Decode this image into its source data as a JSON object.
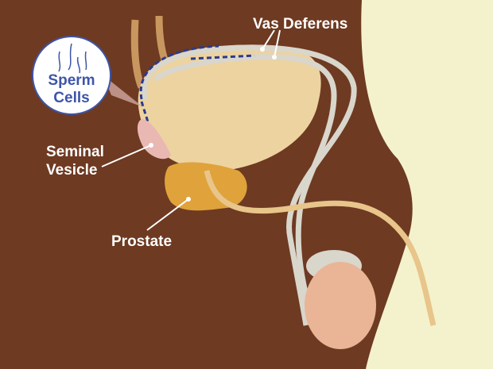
{
  "labels": {
    "vas_deferens": "Vas Deferens",
    "sperm_cells_line1": "Sperm",
    "sperm_cells_line2": "Cells",
    "seminal_vesicle_line1": "Seminal",
    "seminal_vesicle_line2": "Vesicle",
    "prostate": "Prostate"
  },
  "colors": {
    "body": "#6e3a22",
    "background": "#f4f2cc",
    "bladder": "#edd3a0",
    "prostate": "#e0a23a",
    "testis": "#eab596",
    "vas_deferens": "#d9d6cc",
    "sperm_path": "#2b3a8c"
  }
}
